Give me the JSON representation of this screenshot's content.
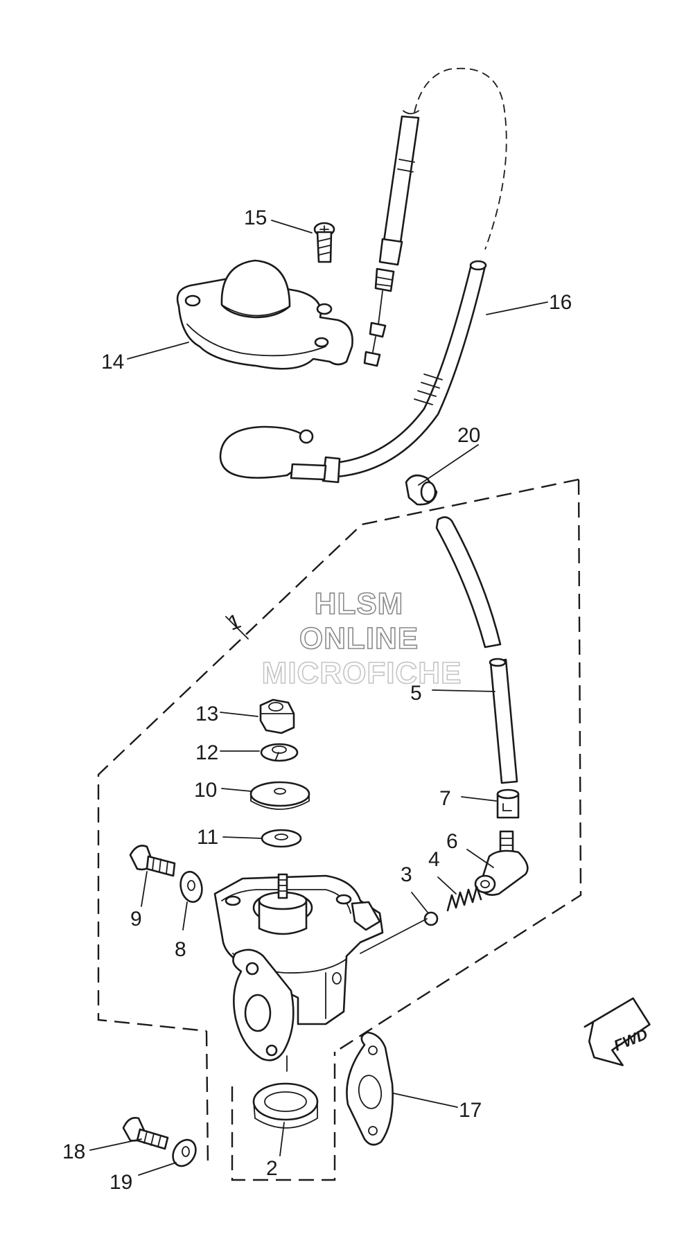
{
  "watermark": {
    "line1": "HLSM",
    "line2": "ONLINE",
    "line3": "MICROFICHE"
  },
  "direction_marker": "FWD",
  "callouts": [
    "1",
    "2",
    "3",
    "4",
    "5",
    "6",
    "7",
    "8",
    "9",
    "10",
    "11",
    "12",
    "13",
    "14",
    "15",
    "16",
    "17",
    "18",
    "19",
    "20"
  ]
}
